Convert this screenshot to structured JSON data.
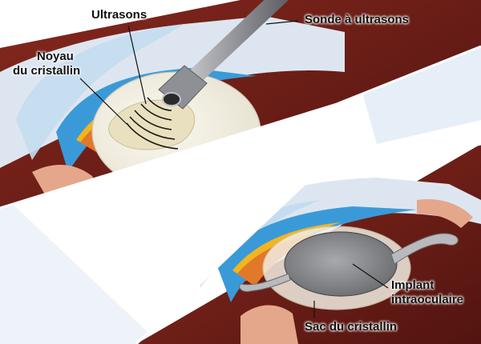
{
  "labels": {
    "ultrasons": "Ultrasons",
    "sonde": "Sonde à ultrasons",
    "noyau_line1": "Noyau",
    "noyau_line2": "du cristallin",
    "implant_line1": "Implant",
    "implant_line2": "intraoculaire",
    "sac": "Sac du cristallin"
  },
  "colors": {
    "background_sky": "#dde8f4",
    "sclera": "#e7e7ea",
    "cornea": "#c7dff0",
    "iris_blue": "#3a9ad8",
    "iris_yellow": "#f1b51f",
    "iris_orange": "#e2782a",
    "chamber": "#6e1f17",
    "lens": "#f5f1e6",
    "nucleus": "#e9e0bf",
    "probe": "#a4a6ab",
    "ciliary": "#e5a78c",
    "implant": "#8f9093"
  }
}
